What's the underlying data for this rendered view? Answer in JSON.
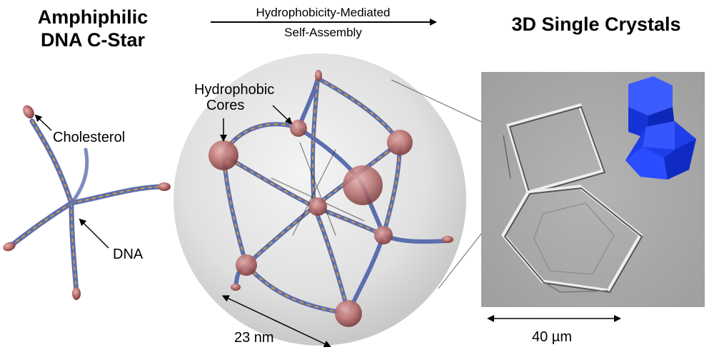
{
  "left_panel": {
    "title_line1": "Amphiphilic",
    "title_line2": "DNA C-Star",
    "label_cholesterol": "Cholesterol",
    "label_dna": "DNA"
  },
  "process_arrow": {
    "line1": "Hydrophobicity-Mediated",
    "line2": "Self-Assembly"
  },
  "middle_panel": {
    "label_cores_line1": "Hydrophobic",
    "label_cores_line2": "Cores",
    "scale": "23 nm"
  },
  "right_panel": {
    "title": "3D Single Crystals",
    "scale": "40 µm"
  },
  "colors": {
    "dna_strand": "#5b6fae",
    "dna_accent": "#d79a3a",
    "cholesterol": "#b9585a",
    "core": "#b46a6a",
    "micrograph_bg": "#a9a9a9",
    "cube": "#1f3fe0"
  }
}
